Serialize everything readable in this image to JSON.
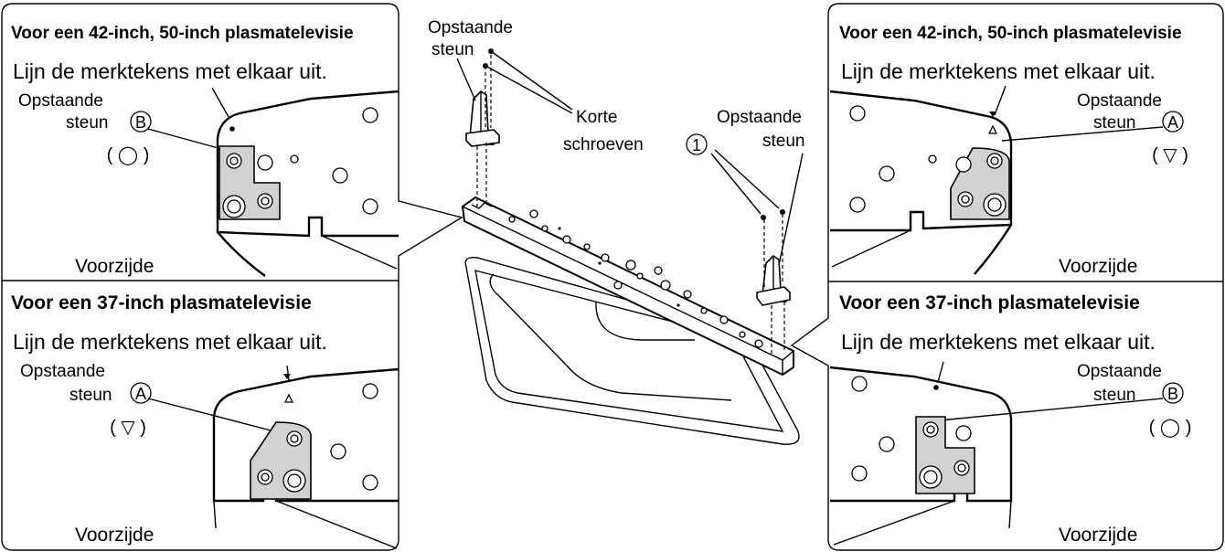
{
  "panels": {
    "top_left": {
      "heading": "Voor een 42-inch, 50-inch plasmatelevisie",
      "instruction": "Lijn de merktekens met elkaar uit.",
      "support_label_1": "Opstaande",
      "support_label_2": "steun",
      "support_letter": "B",
      "marker": "( ◯ )",
      "front_label": "Voorzijde"
    },
    "bottom_left": {
      "heading": "Voor een 37-inch plasmatelevisie",
      "instruction": "Lijn de merktekens met elkaar uit.",
      "support_label_1": "Opstaande",
      "support_label_2": "steun",
      "support_letter": "A",
      "marker": "( ▽ )",
      "front_label": "Voorzijde"
    },
    "top_right": {
      "heading": "Voor een 42-inch, 50-inch plasmatelevisie",
      "instruction": "Lijn de merktekens met elkaar uit.",
      "support_label_1": "Opstaande",
      "support_label_2": "steun",
      "support_letter": "A",
      "marker": "( ▽ )",
      "front_label": "Voorzijde"
    },
    "bottom_right": {
      "heading": "Voor een 37-inch plasmatelevisie",
      "instruction": "Lijn de merktekens met elkaar uit.",
      "support_label_1": "Opstaande",
      "support_label_2": "steun",
      "support_letter": "B",
      "marker": "( ◯ )",
      "front_label": "Voorzijde"
    }
  },
  "center": {
    "left_support_1": "Opstaande",
    "left_support_2": "steun",
    "right_support_1": "Opstaande",
    "right_support_2": "steun",
    "short_screws_1": "Korte",
    "short_screws_2": "schroeven",
    "screw_number": "1"
  }
}
